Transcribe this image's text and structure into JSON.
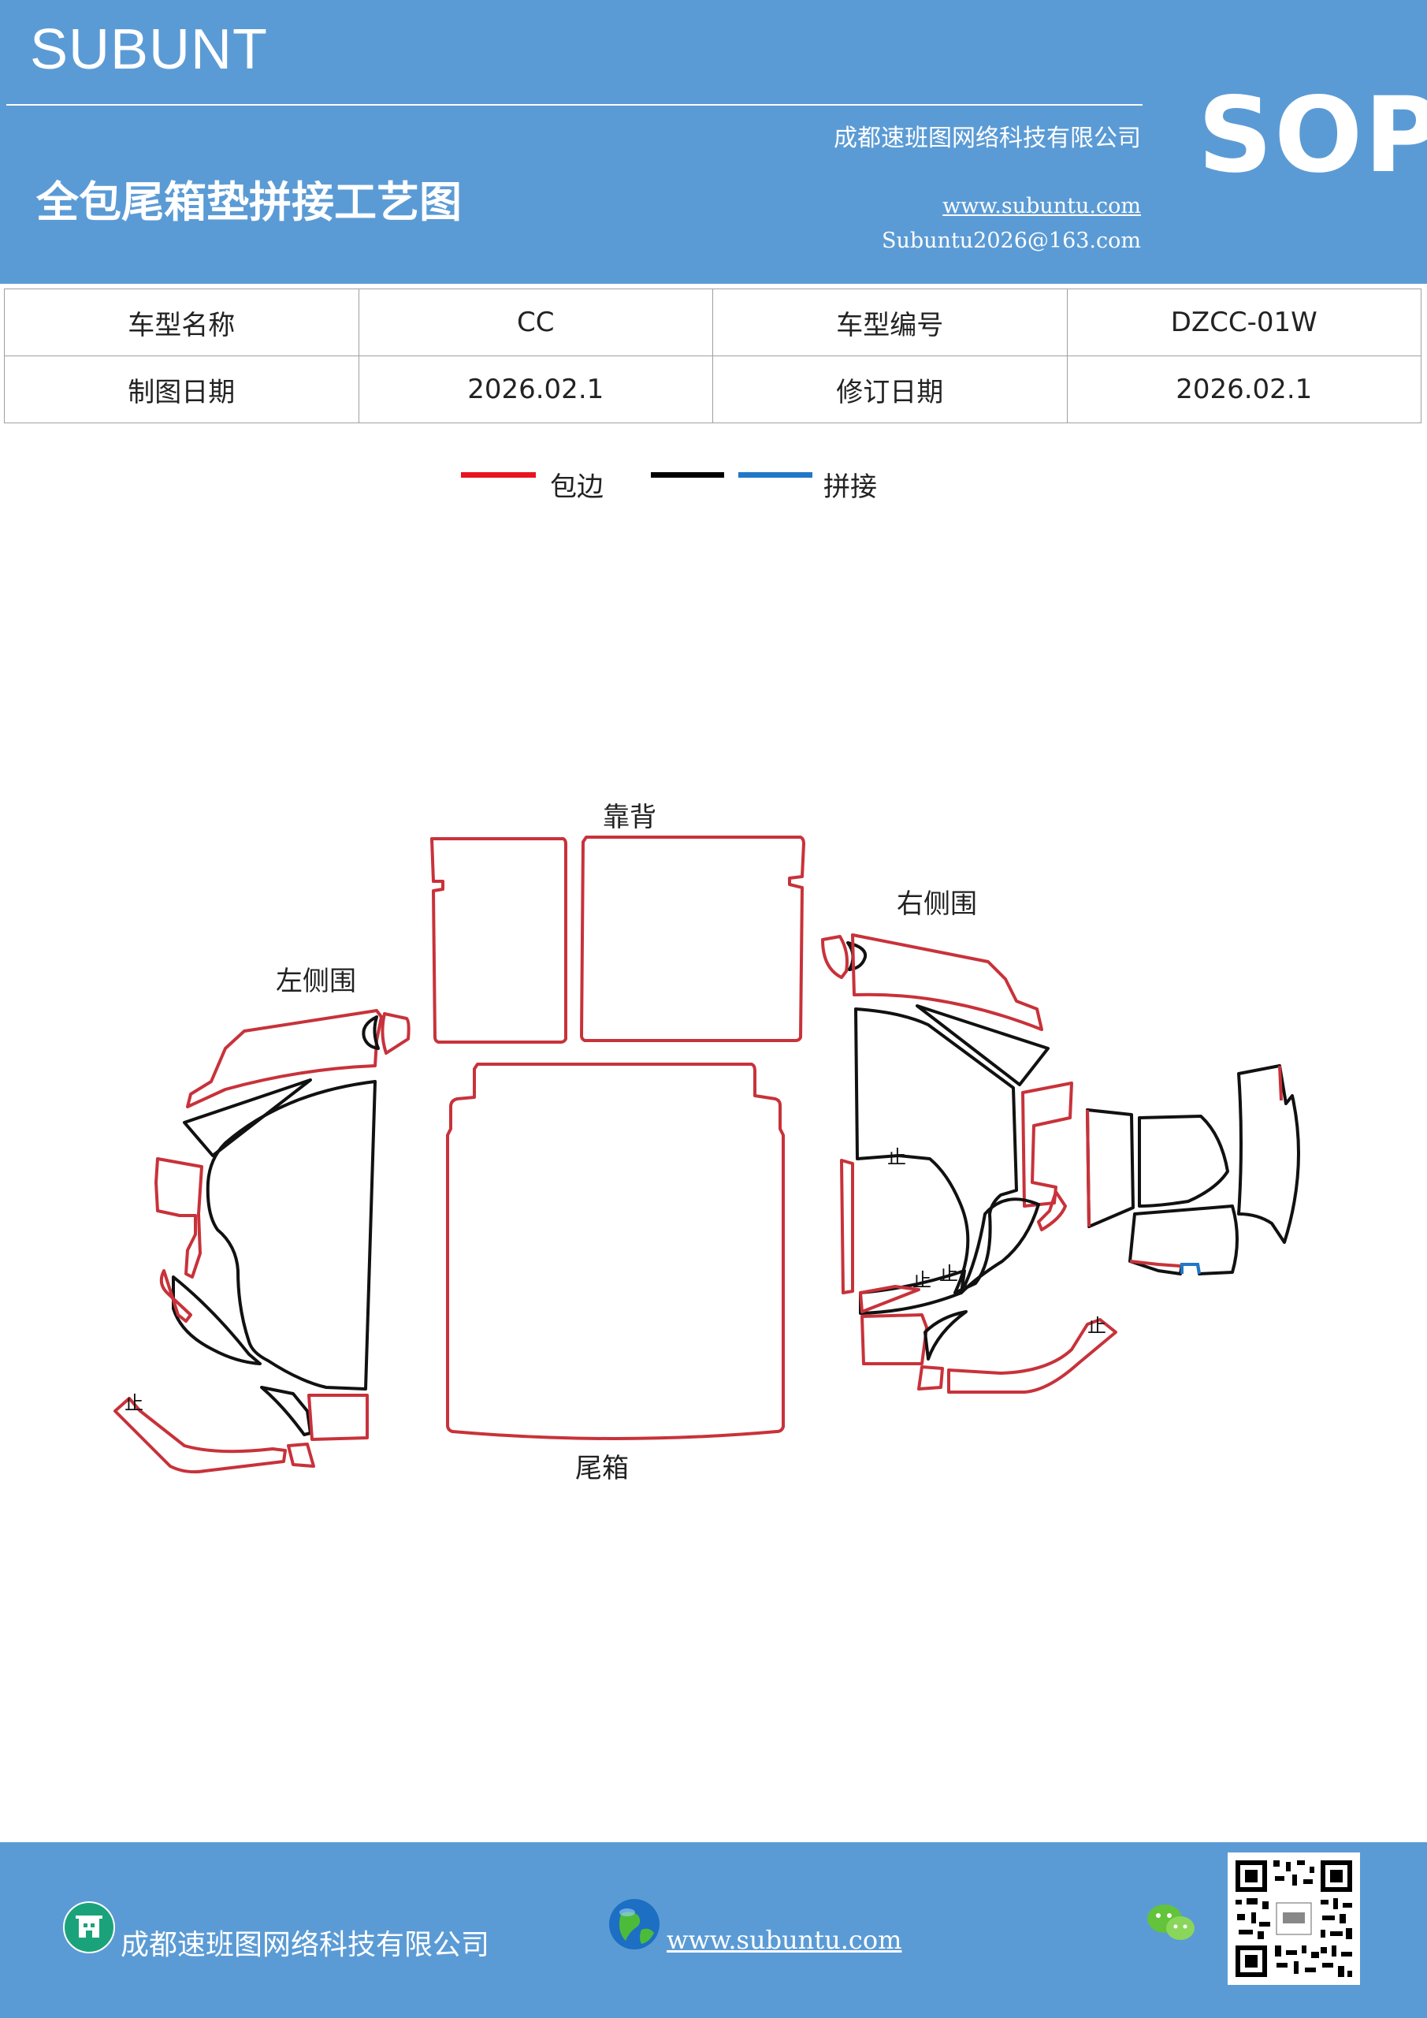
{
  "header": {
    "brand": "SUBUNT",
    "company": "成都速班图网络科技有限公司",
    "title": "全包尾箱垫拼接工艺图",
    "website": "www.subuntu.com",
    "email": "Subuntu2026@163.com",
    "badge": "SOP"
  },
  "info_table": {
    "model_name_label": "车型名称",
    "model_name_value": "CC",
    "model_code_label": "车型编号",
    "model_code_value": "DZCC-01W",
    "draw_date_label": "制图日期",
    "draw_date_value": "2026.02.1",
    "revise_date_label": "修订日期",
    "revise_date_value": "2026.02.1"
  },
  "legend": {
    "edge_label": "包边",
    "join_label": "拼接",
    "edge_color": "#e8141f",
    "black_color": "#000000",
    "join_color": "#1f78c8"
  },
  "diagram": {
    "backrest_label": "靠背",
    "trunk_label": "尾箱",
    "left_side_label": "左侧围",
    "right_side_label": "右侧围",
    "stop_mark": "止"
  },
  "footer": {
    "company": "成都速班图网络科技有限公司",
    "website": "www.subuntu.com",
    "building_icon": "building-icon",
    "globe_icon": "globe-icon",
    "wechat_icon": "wechat-icon",
    "qr_code": "qr-code"
  }
}
